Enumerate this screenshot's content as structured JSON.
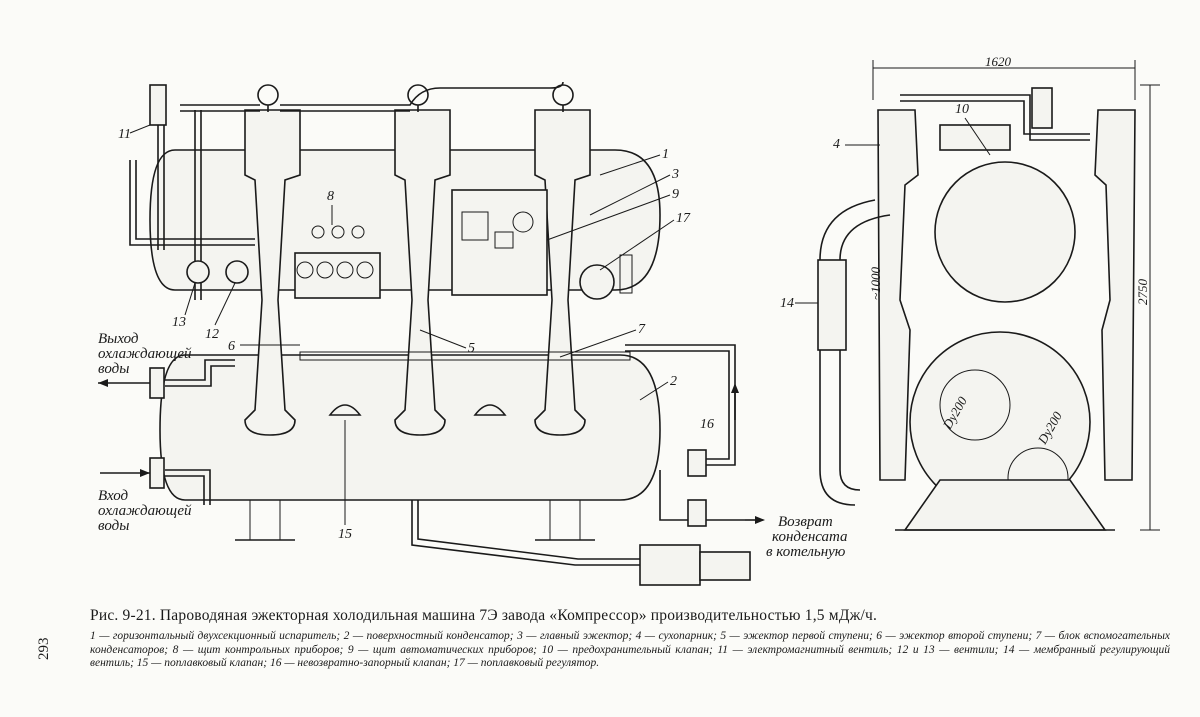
{
  "labels": {
    "outlet_water": [
      "Выход",
      "охлаждающей",
      "воды"
    ],
    "inlet_water": [
      "Вход",
      "охлаждающей",
      "воды"
    ],
    "condensate_return": [
      "Возврат",
      "конденсата",
      "в котельную"
    ],
    "dim_width": "1620",
    "dim_height": "2750",
    "dim_1000": "~1000",
    "dy_a": "Dy200",
    "dy_b": "Dy200",
    "callouts_front": [
      "1",
      "3",
      "9",
      "17",
      "7",
      "2",
      "16",
      "15",
      "5",
      "6",
      "12",
      "13",
      "11",
      "8"
    ],
    "callouts_side": [
      "4",
      "10",
      "14"
    ]
  },
  "caption": {
    "title": "Рис. 9-21. Пароводяная эжекторная холодильная машина 7Э завода «Компрессор» производительностью 1,5 мДж/ч.",
    "legend": "1 — горизонтальный двухсекционный испаритель; 2 — поверхностный конденсатор; 3 — главный эжектор; 4 — сухопарник; 5 — эжектор первой ступени; 6 — эжектор второй ступени; 7 — блок вспомогательных конденсаторов; 8 — щит контрольных приборов; 9 — щит автоматических приборов; 10 — предохранительный клапан; 11 — электромагнитный вентиль; 12 и 13 — вентили; 14 — мембранный регулирующий вентиль; 15 — поплавковый клапан; 16 — невозвратно-запорный клапан; 17 — поплавковый регулятор."
  },
  "page_number": "293"
}
